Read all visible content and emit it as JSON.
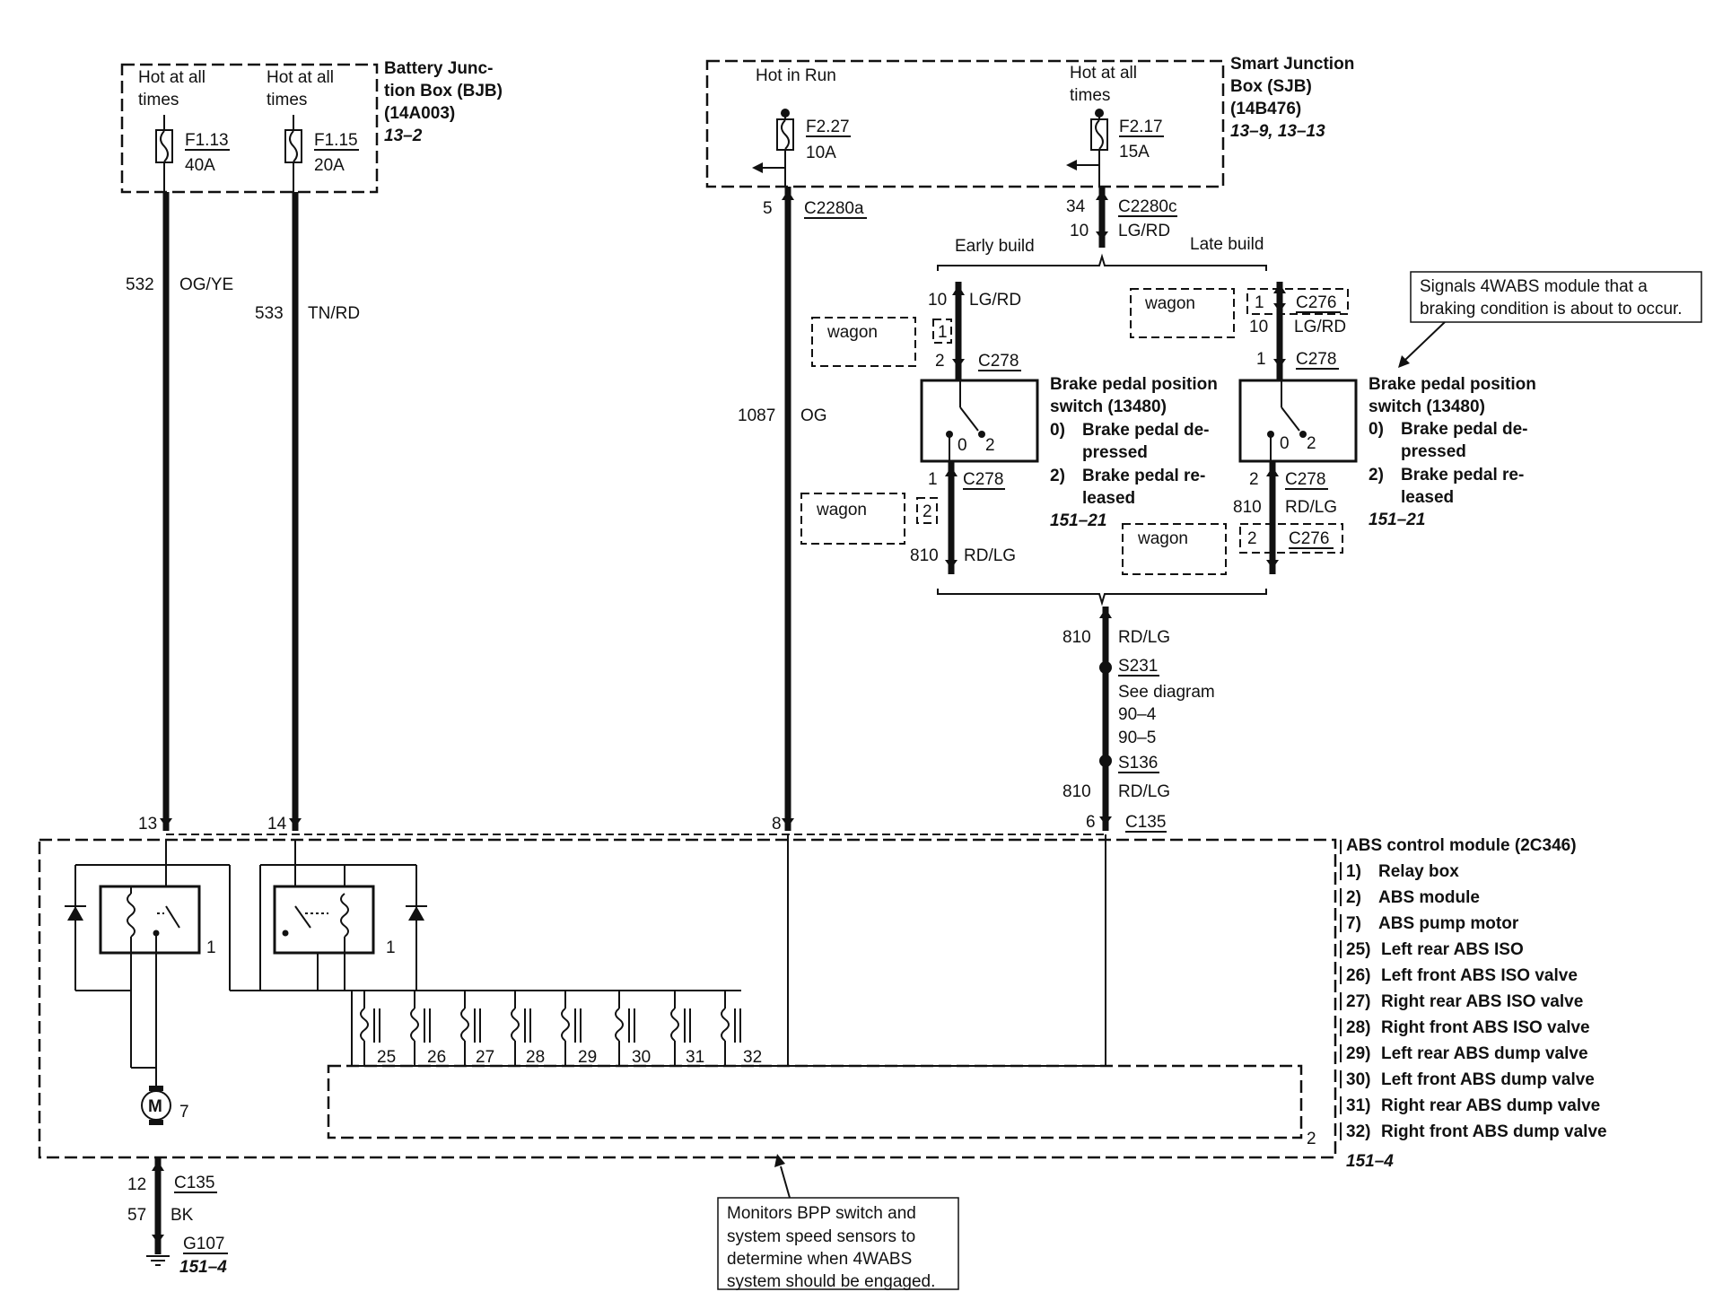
{
  "bjb": {
    "title_lines": [
      "Battery Junc-",
      "tion Box (BJB)",
      "(14A003)"
    ],
    "ref": "13–2",
    "hot1_lines": [
      "Hot at all",
      "times"
    ],
    "hot2_lines": [
      "Hot at all",
      "times"
    ],
    "fuse1": {
      "id": "F1.13",
      "rating": "40A"
    },
    "fuse2": {
      "id": "F1.15",
      "rating": "20A"
    }
  },
  "sjb": {
    "title_lines": [
      "Smart Junction",
      "Box (SJB)",
      "(14B476)"
    ],
    "ref": "13–9, 13–13",
    "hot_run": "Hot in Run",
    "hot_all_lines": [
      "Hot at all",
      "times"
    ],
    "fuse1": {
      "id": "F2.27",
      "rating": "10A"
    },
    "fuse2": {
      "id": "F2.17",
      "rating": "15A"
    }
  },
  "wires": {
    "w532": {
      "circuit": "532",
      "color": "OG/YE"
    },
    "w533": {
      "circuit": "533",
      "color": "TN/RD"
    },
    "w1087": {
      "circuit": "1087",
      "color": "OG"
    },
    "w1087_pin": "5",
    "w1087_conn": "C2280a",
    "c2280c": {
      "pin": "34",
      "circuit": "10",
      "conn": "C2280c",
      "color": "LG/RD"
    },
    "w57": {
      "pin": "12",
      "conn": "C135",
      "circuit": "57",
      "color": "BK"
    }
  },
  "builds": {
    "early": "Early build",
    "late": "Late build"
  },
  "early": {
    "top": {
      "circuit": "10",
      "color": "LG/RD"
    },
    "wagon_top": "wagon",
    "wagon_top_pin": "1",
    "c278_top": {
      "pin": "2",
      "conn": "C278"
    },
    "c278_bot": {
      "pin": "1",
      "conn": "C278"
    },
    "wagon_bot": "wagon",
    "wagon_bot_pin": "2",
    "bottom": {
      "circuit": "810",
      "color": "RD/LG"
    }
  },
  "late": {
    "wagon_top": "wagon",
    "c276_top": {
      "pin": "1",
      "conn": "C276"
    },
    "mid": {
      "circuit": "10",
      "color": "LG/RD"
    },
    "c278_top": {
      "pin": "1",
      "conn": "C278"
    },
    "c278_bot": {
      "pin": "2",
      "conn": "C278"
    },
    "mid2": {
      "circuit": "810",
      "color": "RD/LG"
    },
    "wagon_bot": "wagon",
    "c276_bot": {
      "pin": "2",
      "conn": "C276"
    }
  },
  "switch": {
    "title_lines": [
      "Brake pedal position",
      "switch (13480)"
    ],
    "pos0": "0)",
    "pos0_lines": [
      "Brake pedal de-",
      "pressed"
    ],
    "pos2": "2)",
    "pos2_lines": [
      "Brake pedal re-",
      "leased"
    ],
    "ref": "151–21",
    "contact0": "0",
    "contact2": "2"
  },
  "splice": {
    "top": {
      "circuit": "810",
      "color": "RD/LG"
    },
    "s231": "S231",
    "see": "See diagram",
    "refs": [
      "90–4",
      "90–5"
    ],
    "s136": "S136",
    "bottom": {
      "circuit": "810",
      "color": "RD/LG"
    },
    "pin": "6",
    "conn": "C135"
  },
  "notes": {
    "signals_lines": [
      "Signals 4WABS module that a",
      "braking condition is about to occur."
    ],
    "monitors_lines": [
      "Monitors BPP switch and",
      "system speed sensors to",
      "determine when 4WABS",
      "system should be engaged."
    ]
  },
  "module": {
    "title": "ABS control module (2C346)",
    "items": [
      {
        "num": "1)",
        "label": "Relay box"
      },
      {
        "num": "2)",
        "label": "ABS module"
      },
      {
        "num": "7)",
        "label": "ABS pump motor"
      },
      {
        "num": "25)",
        "label": "Left rear ABS ISO"
      },
      {
        "num": "26)",
        "label": "Left front ABS ISO valve"
      },
      {
        "num": "27)",
        "label": "Right rear ABS ISO valve"
      },
      {
        "num": "28)",
        "label": "Right front ABS ISO valve"
      },
      {
        "num": "29)",
        "label": "Left rear ABS dump valve"
      },
      {
        "num": "30)",
        "label": "Left front ABS dump valve"
      },
      {
        "num": "31)",
        "label": "Right rear ABS dump valve"
      },
      {
        "num": "32)",
        "label": "Right front ABS dump valve"
      }
    ],
    "ref": "151–4",
    "pins": {
      "p13": "13",
      "p14": "14",
      "p8": "8"
    },
    "relay1_label": "1",
    "relay2_label": "1",
    "motor_label": "7",
    "motor_symbol": "M",
    "inner_label": "2",
    "valves": [
      "25",
      "26",
      "27",
      "28",
      "29",
      "30",
      "31",
      "32"
    ]
  },
  "ground": {
    "id": "G107",
    "ref": "151–4"
  }
}
